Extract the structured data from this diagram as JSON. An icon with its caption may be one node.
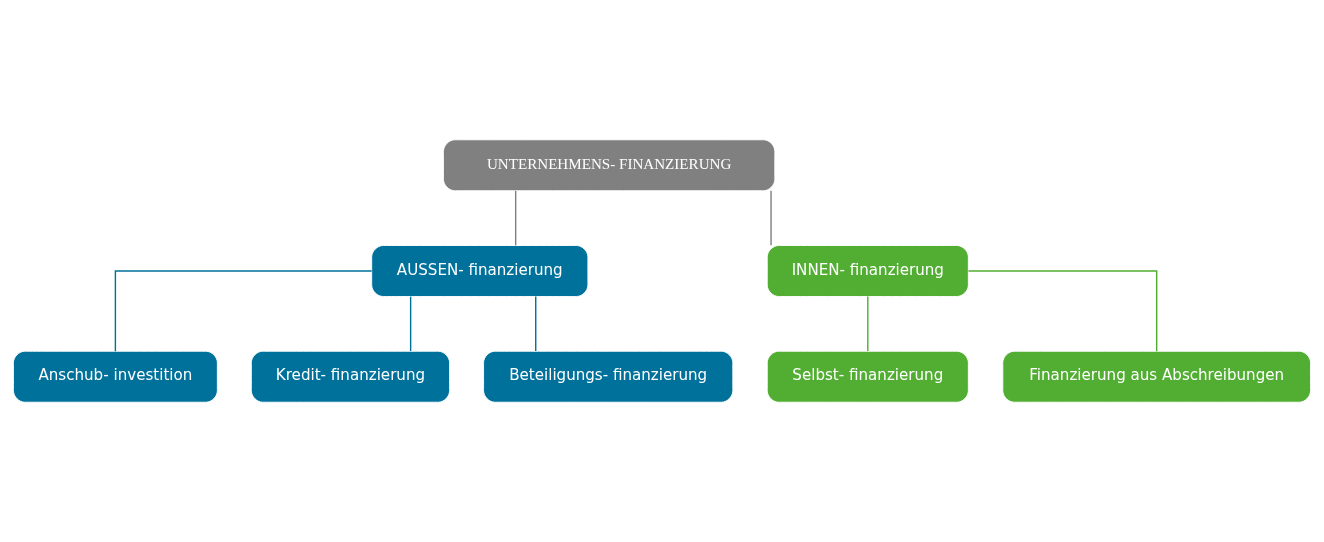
{
  "diagram": {
    "nodes": [
      {
        "text": [
          "UNTERNEHMENS- FINANZIERUNG"
        ]
      },
      {
        "text": [
          "AUSSEN- finanzierung"
        ]
      },
      {
        "text": [
          "INNEN- finanzierung"
        ]
      },
      {
        "text": [
          "Anschub- investition"
        ]
      },
      {
        "text": [
          "Kredit- finanzierung"
        ]
      },
      {
        "text": [
          "Beteiligungs- finanzierung"
        ]
      },
      {
        "text": [
          "Selbst- finanzierung"
        ]
      },
      {
        "text": [
          "Finanzierung aus Abschreibungen"
        ]
      }
    ],
    "edges": [
      {
        "from": 0,
        "to": 1,
        "arrow": "none",
        "color": "#808080"
      },
      {
        "from": 0,
        "to": 2,
        "arrow": "none",
        "color": "#808080"
      },
      {
        "from": 1,
        "to": 3,
        "arrow": "none"
      },
      {
        "from": 1,
        "to": 4,
        "arrow": "none"
      },
      {
        "from": 1,
        "to": 5,
        "arrow": "none"
      },
      {
        "from": 2,
        "to": 6,
        "arrow": "none",
        "color": "#52ae32"
      },
      {
        "from": 2,
        "to": 7,
        "arrow": "none",
        "color": "#52ae32"
      }
    ]
  }
}
